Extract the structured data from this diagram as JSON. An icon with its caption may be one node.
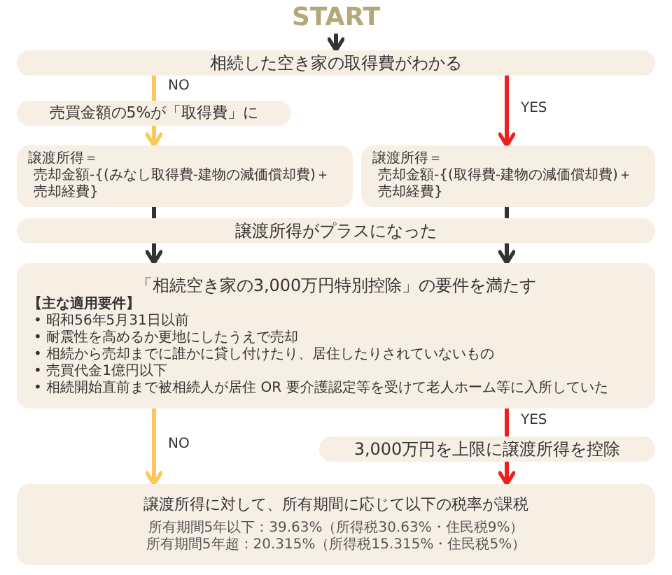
{
  "diagram": {
    "nodes": [
      {
        "text": [
          "START"
        ]
      },
      {
        "text": [
          "相続した空き家の取得費がわかる"
        ]
      },
      {
        "text": [
          "売買金額の5%が「取得費」に"
        ]
      },
      {
        "text": [
          "譲渡所得＝",
          "売却金額-{(みなし取得費-建物の減価償却費)＋売却経費}"
        ]
      },
      {
        "text": [
          "譲渡所得＝",
          "売却金額-{(取得費-建物の減価償却費)＋売却経費}"
        ]
      },
      {
        "text": [
          "譲渡所得がプラスになった"
        ]
      },
      {
        "text": [
          "「相続空き家の3,000万円特別控除」の要件を満たす",
          "【主な適用要件】",
          "• 昭和56年5月31日以前",
          "• 耐震性を高めるか更地にしたうえで売却",
          "• 相続から売却までに誰かに貸し付けたり、居住したりされていないもの",
          "• 売買代金1億円以下",
          "• 相続開始直前まで被相続人が居住 OR 要介護認定等を受けて老人ホーム等に入所していた"
        ]
      },
      {
        "text": [
          "3,000万円を上限に譲渡所得を控除"
        ]
      },
      {
        "text": [
          "譲渡所得に対して、所有期間に応じて以下の税率が課税",
          "所有期間5年以下：39.63%（所得税30.63%・住民税9%）",
          "所有期間5年超：20.315%（所得税15.315%・住民税5%）"
        ]
      }
    ],
    "edges": [
      {
        "from": 0,
        "to": 1,
        "arrow": "to"
      },
      {
        "from": 1,
        "to": 2,
        "arrow": "none",
        "label": "NO",
        "color": "#fbc85a"
      },
      {
        "from": 2,
        "to": 3,
        "arrow": "to",
        "color": "#fbc85a"
      },
      {
        "from": 1,
        "to": 4,
        "arrow": "to",
        "label": "YES",
        "color": "#f01e1e"
      },
      {
        "from": 3,
        "to": 5,
        "arrow": "none"
      },
      {
        "from": 4,
        "to": 5,
        "arrow": "none"
      },
      {
        "from": 5,
        "to": 6,
        "arrow": "to"
      },
      {
        "from": 5,
        "to": 6,
        "arrow": "to"
      },
      {
        "from": 6,
        "to": 8,
        "arrow": "to",
        "label": "NO",
        "color": "#fbc85a"
      },
      {
        "from": 6,
        "to": 7,
        "arrow": "none",
        "label": "YES",
        "color": "#f01e1e"
      },
      {
        "from": 7,
        "to": 8,
        "arrow": "to",
        "color": "#f01e1e"
      }
    ]
  }
}
